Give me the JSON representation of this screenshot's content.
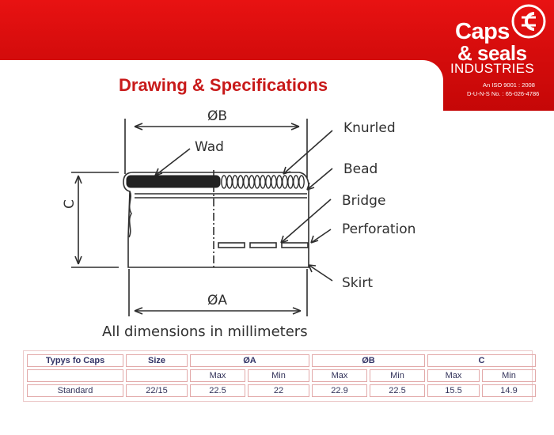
{
  "brand": {
    "line1": "Caps",
    "line2": "& seals",
    "line3": "INDUSTRIES",
    "cert1": "An ISO 9001 : 2008",
    "cert2": "D-U-N-S No. : 65-026-4786",
    "seal_letters": "CS"
  },
  "title": "Drawing & Specifications",
  "drawing": {
    "labels": {
      "diameter_b": "ØB",
      "diameter_a": "ØA",
      "height_c": "C",
      "wad": "Wad",
      "knurled": "Knurled",
      "bead": "Bead",
      "bridge": "Bridge",
      "perforation": "Perforation",
      "skirt": "Skirt"
    },
    "note": "All dimensions in millimeters"
  },
  "table": {
    "headers": {
      "type": "Typys fo Caps",
      "size": "Size",
      "a": "ØA",
      "b": "ØB",
      "c": "C"
    },
    "sub": {
      "max": "Max",
      "min": "Min"
    },
    "rows": [
      {
        "type": "Standard",
        "size": "22/15",
        "a_max": "22.5",
        "a_min": "22",
        "b_max": "22.9",
        "b_min": "22.5",
        "c_max": "15.5",
        "c_min": "14.9"
      }
    ]
  },
  "colors": {
    "banner": "#d80d0d",
    "title": "#c81a1a",
    "table_border": "#e2a9a9"
  }
}
